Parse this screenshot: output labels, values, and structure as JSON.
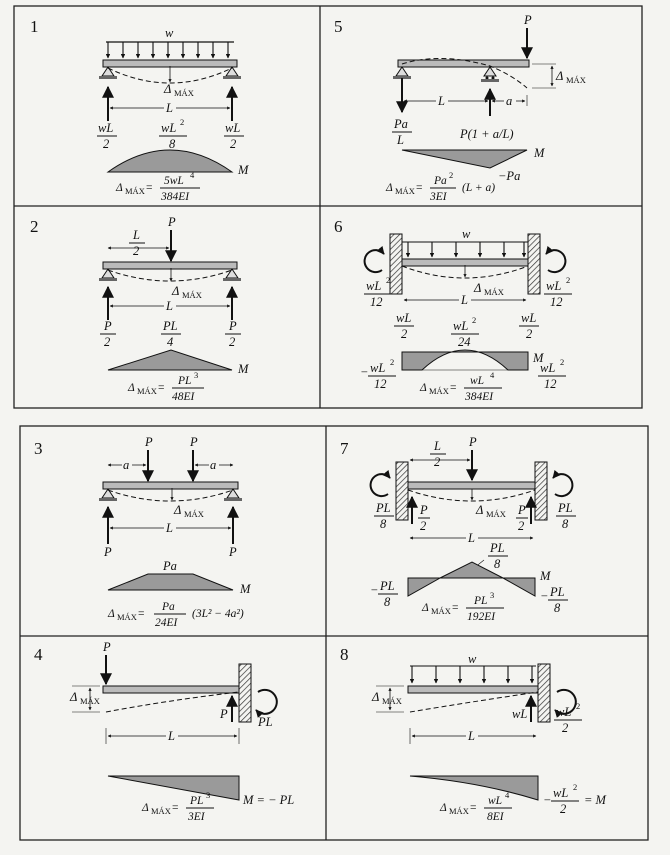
{
  "panels": [
    {
      "number": "1",
      "load_label": "w",
      "deflection_label": "Δ",
      "deflection_sub": "MÁX",
      "span_label": "L",
      "reaction_left": {
        "num": "wL",
        "den": "2"
      },
      "reaction_right": {
        "num": "wL",
        "den": "2"
      },
      "moment_peak": {
        "num": "wL",
        "sup": "2",
        "den": "8"
      },
      "moment_label": "M",
      "formula": {
        "lhs": "Δ",
        "lhs_sub": "MÁX",
        "num": "5wL",
        "num_sup": "4",
        "den": "384EI",
        "tail": ""
      }
    },
    {
      "number": "2",
      "load_label": "P",
      "half_span": {
        "num": "L",
        "den": "2"
      },
      "deflection_label": "Δ",
      "deflection_sub": "MÁX",
      "span_label": "L",
      "reaction_left": {
        "num": "P",
        "den": "2"
      },
      "reaction_right": {
        "num": "P",
        "den": "2"
      },
      "moment_peak": {
        "num": "PL",
        "den": "4"
      },
      "moment_label": "M",
      "formula": {
        "lhs": "Δ",
        "lhs_sub": "MÁX",
        "num": "PL",
        "num_sup": "3",
        "den": "48EI",
        "tail": ""
      }
    },
    {
      "number": "3",
      "load_left": "P",
      "load_right": "P",
      "offset_left": "a",
      "offset_right": "a",
      "deflection_label": "Δ",
      "deflection_sub": "MÁX",
      "span_label": "L",
      "reaction_left": "P",
      "reaction_right": "P",
      "moment_peak": "Pa",
      "moment_label": "M",
      "formula": {
        "lhs": "Δ",
        "lhs_sub": "MÁX",
        "num": "Pa",
        "num_sup": "",
        "den": "24EI",
        "tail": "(3L² − 4a²)"
      }
    },
    {
      "number": "4",
      "load_label": "P",
      "deflection_label": "Δ",
      "deflection_sub": "MÁX",
      "reaction_force": "P",
      "reaction_moment": "PL",
      "span_label": "L",
      "moment_end": "M = − PL",
      "formula": {
        "lhs": "Δ",
        "lhs_sub": "MÁX",
        "num": "PL",
        "num_sup": "3",
        "den": "3EI",
        "tail": ""
      }
    },
    {
      "number": "5",
      "load_label": "P",
      "deflection_label": "Δ",
      "deflection_sub": "MÁX",
      "span_label": "L",
      "overhang_label": "a",
      "reaction_left": {
        "num": "Pa",
        "den": "L"
      },
      "reaction_right": "P(1 + a/L)",
      "moment_label": "M",
      "moment_min": "−Pa",
      "formula": {
        "lhs": "Δ",
        "lhs_sub": "MÁX",
        "num": "Pa",
        "num_sup": "2",
        "den": "3EI",
        "tail": "(L + a)"
      }
    },
    {
      "number": "6",
      "load_label": "w",
      "deflection_label": "Δ",
      "deflection_sub": "MÁX",
      "span_label": "L",
      "end_moment_left": {
        "num": "wL",
        "sup": "2",
        "den": "12"
      },
      "end_moment_right": {
        "num": "wL",
        "sup": "2",
        "den": "12"
      },
      "reaction_left": {
        "num": "wL",
        "den": "2"
      },
      "reaction_right": {
        "num": "wL",
        "den": "2"
      },
      "moment_peak": {
        "num": "wL",
        "sup": "2",
        "den": "24"
      },
      "moment_neg_left": {
        "num": "wL",
        "sup": "2",
        "den": "12"
      },
      "moment_neg_right": {
        "num": "wL",
        "sup": "2",
        "den": "12"
      },
      "moment_label": "M",
      "formula": {
        "lhs": "Δ",
        "lhs_sub": "MÁX",
        "num": "wL",
        "num_sup": "4",
        "den": "384EI",
        "tail": ""
      }
    },
    {
      "number": "7",
      "load_label": "P",
      "half_span": {
        "num": "L",
        "den": "2"
      },
      "deflection_label": "Δ",
      "deflection_sub": "MÁX",
      "span_label": "L",
      "end_moment_left": {
        "num": "PL",
        "den": "8"
      },
      "end_moment_right": {
        "num": "PL",
        "den": "8"
      },
      "reaction_left": {
        "num": "P",
        "den": "2"
      },
      "reaction_right": {
        "num": "P",
        "den": "2"
      },
      "moment_peak": {
        "num": "PL",
        "den": "8"
      },
      "moment_neg_left": {
        "num": "PL",
        "den": "8"
      },
      "moment_neg_right": {
        "num": "PL",
        "den": "8"
      },
      "moment_label": "M",
      "formula": {
        "lhs": "Δ",
        "lhs_sub": "MÁX",
        "num": "PL",
        "num_sup": "3",
        "den": "192EI",
        "tail": ""
      }
    },
    {
      "number": "8",
      "load_label": "w",
      "deflection_label": "Δ",
      "deflection_sub": "MÁX",
      "reaction_force": "wL",
      "reaction_moment": {
        "num": "wL",
        "sup": "2",
        "den": "2"
      },
      "span_label": "L",
      "moment_end": {
        "num": "wL",
        "sup": "2",
        "den": "2",
        "tail": "= M"
      },
      "formula": {
        "lhs": "Δ",
        "lhs_sub": "MÁX",
        "num": "wL",
        "num_sup": "4",
        "den": "8EI",
        "tail": ""
      }
    }
  ]
}
